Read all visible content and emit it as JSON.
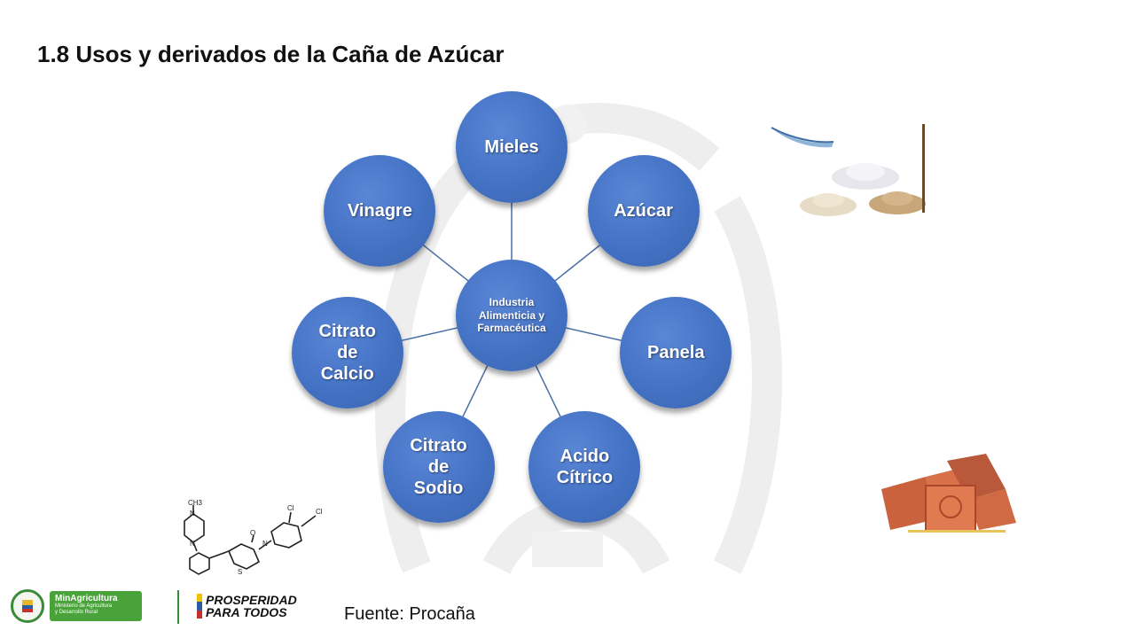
{
  "slide": {
    "title": "1.8 Usos y derivados de la Caña de Azúcar",
    "source": "Fuente: Procaña"
  },
  "diagram": {
    "center": "Industria\nAlimenticia y\nFarmacéutica",
    "nodes": [
      {
        "id": "mieles",
        "label": "Mieles"
      },
      {
        "id": "azucar",
        "label": "Azúcar"
      },
      {
        "id": "panela",
        "label": "Panela"
      },
      {
        "id": "acido-citrico",
        "label": "Acido\nCítrico"
      },
      {
        "id": "citrato-sodio",
        "label": "Citrato\nde\nSodio"
      },
      {
        "id": "citrato-calcio",
        "label": "Citrato\nde\nCalcio"
      },
      {
        "id": "vinagre",
        "label": "Vinagre"
      }
    ],
    "colors": {
      "node": "#4472c4",
      "connector": "#4a6fa5"
    }
  },
  "footer": {
    "minagri_title": "MinAgricultura",
    "minagri_subtitle": "Ministerio de Agricultura\ny Desarrollo Rural",
    "prosperidad_line1": "PROSPERIDAD",
    "prosperidad_line2": "PARA TODOS"
  },
  "molecule": {
    "labels": [
      "CH3",
      "N",
      "N",
      "S",
      "O",
      "N",
      "Cl",
      "Cl"
    ]
  }
}
